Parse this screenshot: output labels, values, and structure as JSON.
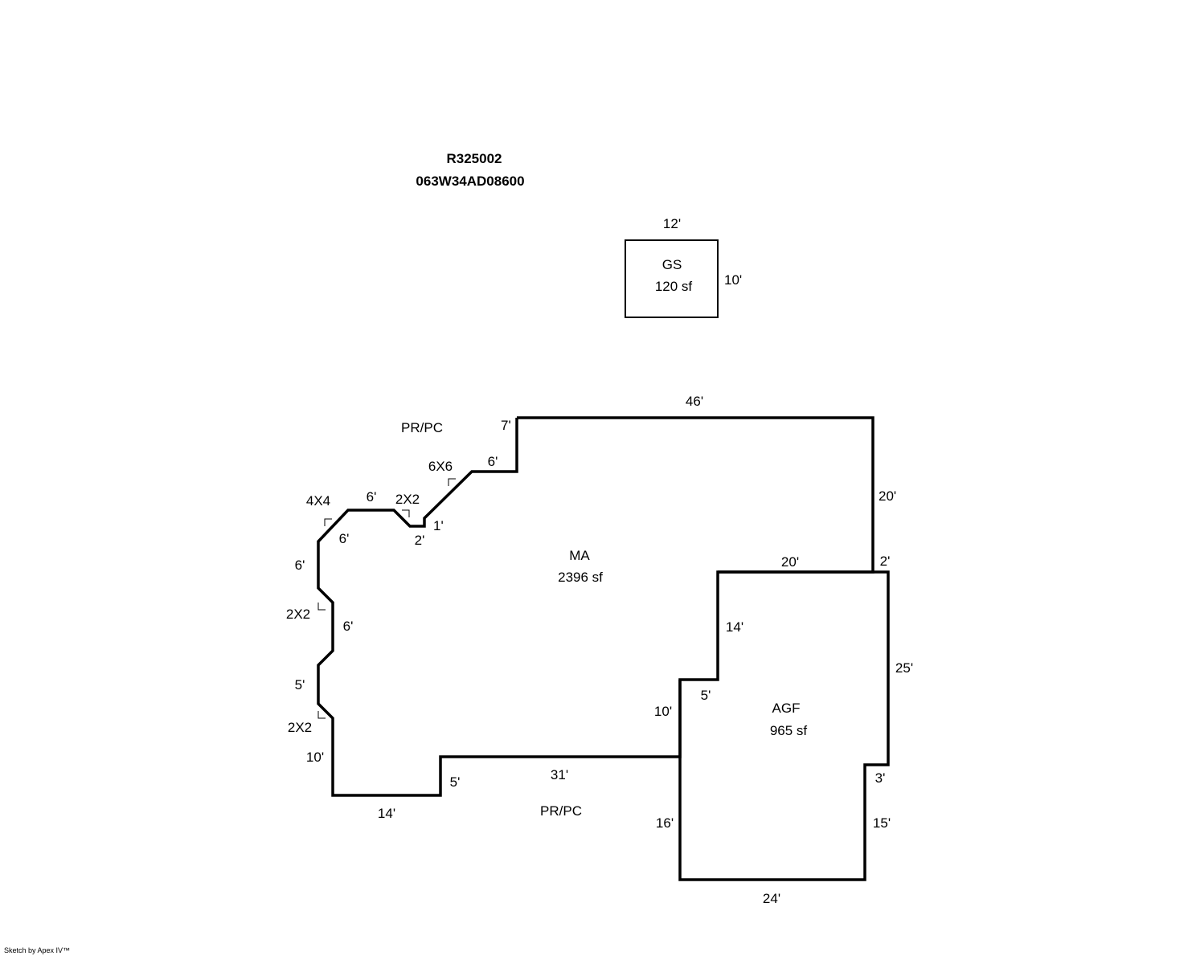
{
  "header": {
    "parcel_id": "R325002",
    "map_number": "063W34AD08600"
  },
  "areas": {
    "gs": {
      "code": "GS",
      "area": "120 sf"
    },
    "ma": {
      "code": "MA",
      "area": "2396 sf"
    },
    "agf": {
      "code": "AGF",
      "area": "965 sf"
    },
    "porch_top": "PR/PC",
    "porch_bottom": "PR/PC"
  },
  "dimensions": {
    "gs_top": "12'",
    "gs_right": "10'",
    "ma_top": "46'",
    "ma_right": "20'",
    "ma_left_step": "7'",
    "ma_step_top": "6'",
    "bay_6x6": "6X6",
    "bay_1": "1'",
    "bay_2": "2'",
    "bay_2x2_top": "2X2",
    "top_6": "6'",
    "bay_4x4": "4X4",
    "diag_6": "6'",
    "left_6": "6'",
    "bay_2x2_left1": "2X2",
    "inner_6": "6'",
    "left_5": "5'",
    "bay_2x2_left2": "2X2",
    "left_10": "10'",
    "bottom_14": "14'",
    "step_5": "5'",
    "bottom_31": "31'",
    "agf_top": "20'",
    "agf_top_right": "2'",
    "agf_left_14": "14'",
    "agf_step_5": "5'",
    "agf_left_10": "10'",
    "agf_right_25": "25'",
    "agf_step_3": "3'",
    "agf_right_15": "15'",
    "agf_left_16": "16'",
    "agf_bottom": "24'"
  },
  "footer": {
    "credit": "Sketch by Apex IV™"
  }
}
